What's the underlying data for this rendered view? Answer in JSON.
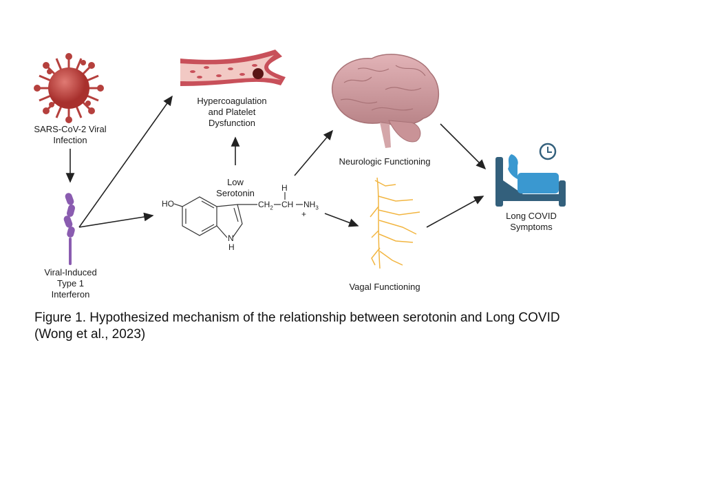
{
  "labels": {
    "virus": [
      "SARS-CoV-2 Viral",
      "Infection"
    ],
    "interferon": [
      "Viral-Induced",
      "Type 1",
      "Interferon"
    ],
    "coag": [
      "Hypercoagulation",
      "and Platelet",
      "Dysfunction"
    ],
    "serotonin": [
      "Low",
      "Serotonin"
    ],
    "neuro": "Neurologic Functioning",
    "vagal": "Vagal Functioning",
    "longcovid": [
      "Long COVID",
      "Symptoms"
    ]
  },
  "molecule": {
    "ho": "HO",
    "ch2": "CH",
    "ch2_sub": "2",
    "ch": "CH",
    "h_top": "H",
    "nh3": "NH",
    "nh3_sub": "3",
    "plus": "+",
    "n": "N",
    "nh": "H"
  },
  "caption": "Figure 1. Hypothesized mechanism of the relationship between serotonin and Long COVID (Wong et al., 2023)",
  "colors": {
    "virus": "#b5403d",
    "interferon": "#8a5cb0",
    "vessel": "#c8505a",
    "brain": "#d7a0a4",
    "nerve": "#f2b540",
    "bed": "#33607c",
    "person": "#3a98d0"
  }
}
